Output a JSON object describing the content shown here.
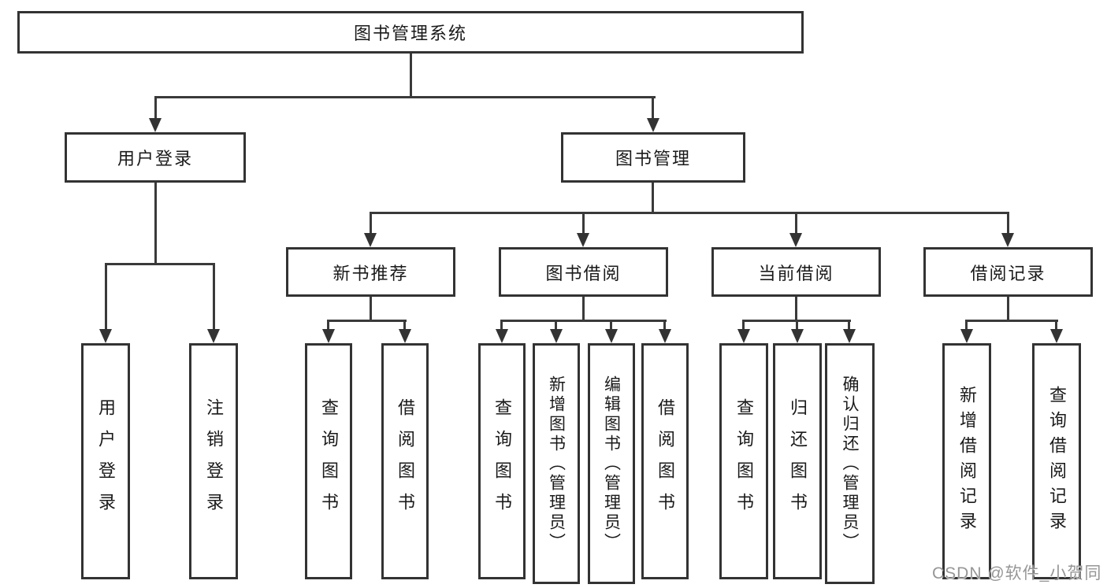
{
  "colors": {
    "line": "#3a3a3a",
    "box_border": "#333333",
    "text": "#1a1a1a",
    "watermark": "#969696",
    "background": "#ffffff"
  },
  "watermark": "CSDN @软件_小贺同学",
  "tree": {
    "root": "图书管理系统",
    "user_branch": {
      "label": "用户登录",
      "children": [
        "用户登录",
        "注销登录"
      ]
    },
    "mgmt_branch": {
      "label": "图书管理",
      "groups": [
        {
          "label": "新书推荐",
          "children": [
            "查询图书",
            "借阅图书"
          ]
        },
        {
          "label": "图书借阅",
          "children": [
            "查询图书",
            "新增图书（管理员）",
            "编辑图书（管理员）",
            "借阅图书"
          ]
        },
        {
          "label": "当前借阅",
          "children": [
            "查询图书",
            "归还图书",
            "确认归还（管理员）"
          ]
        },
        {
          "label": "借阅记录",
          "children": [
            "新增借阅记录",
            "查询借阅记录"
          ]
        }
      ]
    }
  }
}
